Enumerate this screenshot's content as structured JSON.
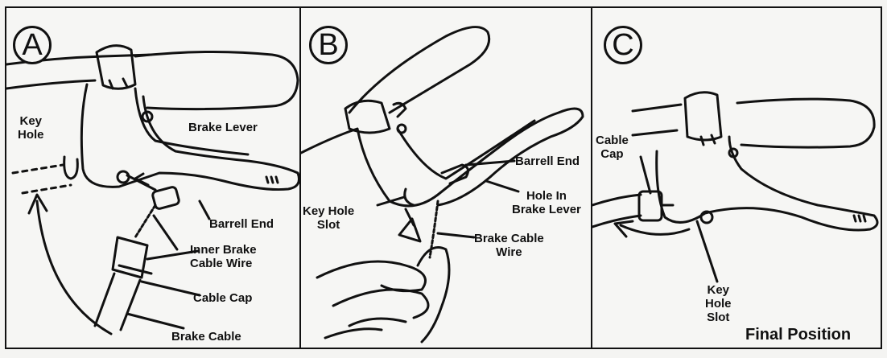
{
  "panel_a": {
    "badge": "A",
    "labels": {
      "key_hole": [
        "Key",
        "Hole"
      ],
      "brake_lever": "Brake Lever",
      "barrell_end": "Barrell End",
      "inner_brake_cable_wire": [
        "Inner Brake",
        "Cable Wire"
      ],
      "cable_cap": "Cable Cap",
      "brake_cable": "Brake Cable"
    }
  },
  "panel_b": {
    "badge": "B",
    "labels": {
      "barrell_end": "Barrell End",
      "hole_in_brake_lever": [
        "Hole In",
        "Brake Lever"
      ],
      "key_hole_slot": [
        "Key Hole",
        "Slot"
      ],
      "brake_cable_wire": [
        "Brake Cable",
        "Wire"
      ]
    }
  },
  "panel_c": {
    "badge": "C",
    "labels": {
      "cable_cap": [
        "Cable",
        "Cap"
      ],
      "key_hole_slot": [
        "Key",
        "Hole",
        "Slot"
      ]
    },
    "final_position": "Final Position"
  }
}
